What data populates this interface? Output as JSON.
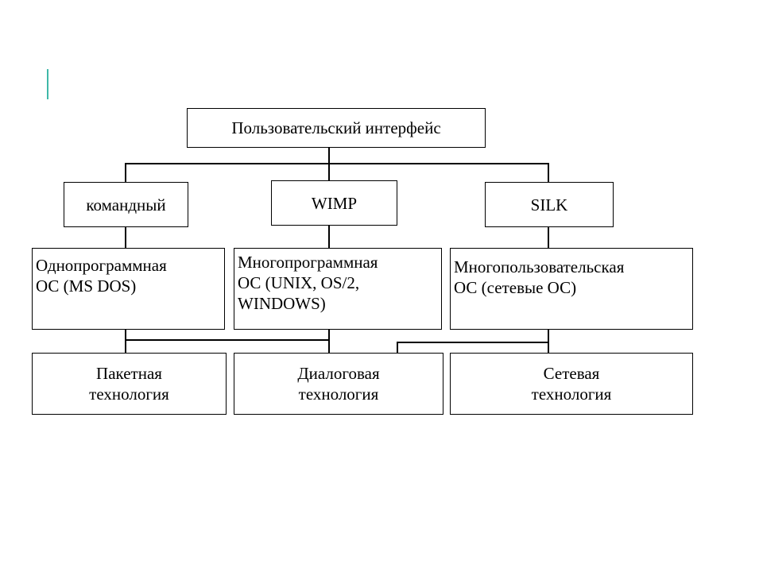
{
  "diagram": {
    "root": "Пользовательский интерфейс",
    "interfaces": [
      "командный",
      "WIMP",
      "SILK"
    ],
    "os_types": [
      "Однопрограммная\nОС (MS DOS)",
      "Многопрограммная\nОС (UNIX, OS/2,\nWINDOWS)",
      "Многопользовательская\nОС (сетевые ОС)"
    ],
    "technologies": [
      "Пакетная\nтехнология",
      "Диалоговая\nтехнология",
      "Сетевая\nтехнология"
    ]
  }
}
